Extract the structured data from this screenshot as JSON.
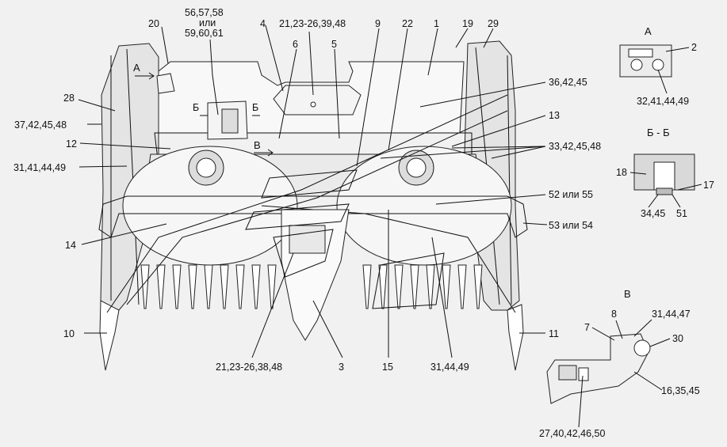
{
  "diagram": {
    "labels": {
      "l20": "20",
      "l56a": "56,57,58",
      "l56b": "или",
      "l56c": "59,60,61",
      "l4": "4",
      "l21a": "21,23-26,39,48",
      "l6": "6",
      "l5": "5",
      "l9": "9",
      "l22": "22",
      "l1": "1",
      "l19": "19",
      "l29": "29",
      "l28": "28",
      "l37": "37,42,45,48",
      "l12": "12",
      "l31a": "31,41,44,49",
      "l36": "36,42,45",
      "l13": "13",
      "l33": "33,42,45,48",
      "l52": "52 или 55",
      "l53": "53 или 54",
      "l14": "14",
      "l10": "10",
      "l11": "11",
      "l21b": "21,23-26,38,48",
      "l3": "3",
      "l15": "15",
      "l31b": "31,44,49",
      "l2": "2",
      "l32": "32,41,44,49",
      "l18": "18",
      "l17": "17",
      "l34": "34,45",
      "l51": "51",
      "l7": "7",
      "l8": "8",
      "l31c": "31,44,47",
      "l30": "30",
      "l16": "16,35,45",
      "l27": "27,40,42,46,50"
    },
    "markers": {
      "arrowA": "А",
      "arrowB": "В",
      "cutB1": "Б",
      "cutB2": "Б"
    },
    "views": {
      "viewA": "А",
      "viewBB": "Б - Б",
      "viewV": "В"
    }
  }
}
